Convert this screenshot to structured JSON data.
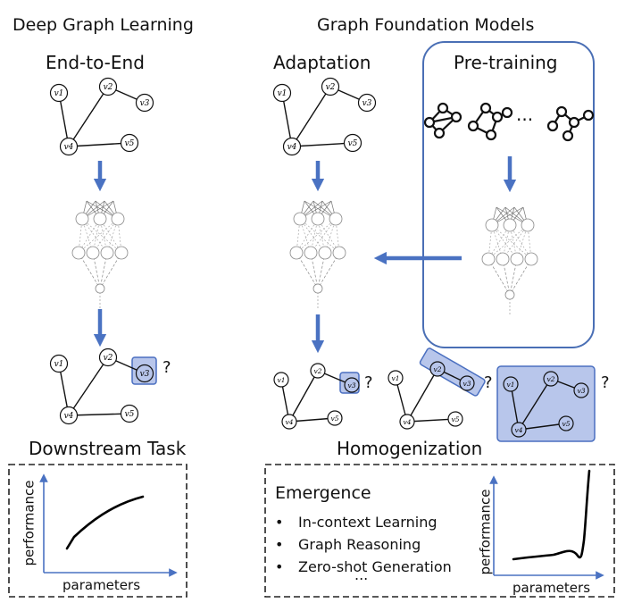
{
  "headings": {
    "left": "Deep Graph Learning",
    "right": "Graph Foundation Models",
    "end_to_end": "End-to-End",
    "adaptation": "Adaptation",
    "pretraining": "Pre-training",
    "downstream": "Downstream Task",
    "homogenization": "Homogenization"
  },
  "pretrain_ellipsis": "...",
  "question_mark": "?",
  "node_labels": [
    "v1",
    "v2",
    "v3",
    "v4",
    "v5"
  ],
  "emergence": {
    "title": "Emergence",
    "items": [
      "In-context Learning",
      "Graph Reasoning",
      "Zero-shot Generation"
    ],
    "more": "..."
  },
  "plots": {
    "left": {
      "xlabel": "parameters",
      "ylabel": "performance"
    },
    "right": {
      "xlabel": "parameters",
      "ylabel": "performance"
    }
  },
  "colors": {
    "arrow": "#4a72c2",
    "highlight_fill": "#b8c6eb",
    "highlight_stroke": "#4a6fc0",
    "axis": "#4a72c2"
  }
}
